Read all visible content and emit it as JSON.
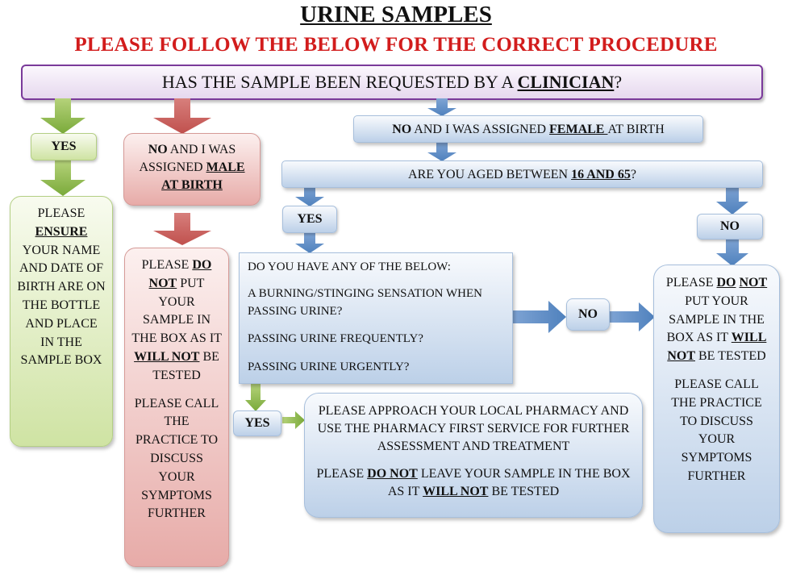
{
  "header": {
    "title": "URINE SAMPLES",
    "subtitle": "PLEASE FOLLOW THE BELOW FOR THE CORRECT PROCEDURE"
  },
  "question": {
    "prefix": "HAS THE SAMPLE BEEN REQUESTED BY A ",
    "emph": "CLINICIAN",
    "suffix": "?"
  },
  "yes_branch": {
    "label": "YES",
    "box": {
      "l1": "PLEASE",
      "l2": "ENSURE",
      "l3": "YOUR NAME AND DATE OF BIRTH ARE ON THE BOTTLE AND PLACE IN THE SAMPLE BOX"
    }
  },
  "male_branch": {
    "q_no": "NO",
    "q_text": " AND I WAS ASSIGNED ",
    "q_emph": "MALE AT BIRTH",
    "box": {
      "a1": "PLEASE ",
      "a_do": "DO",
      "a_not": "NOT",
      "a2": " PUT YOUR SAMPLE IN THE BOX AS IT ",
      "a_will": "WILL NOT",
      "a3": " BE TESTED",
      "b": "PLEASE CALL THE PRACTICE TO DISCUSS YOUR SYMPTOMS FURTHER"
    }
  },
  "female_branch": {
    "q_no": "NO",
    "q_text": " AND I WAS ASSIGNED ",
    "q_emph": "FEMALE ",
    "q_end": "AT BIRTH",
    "age_q": "ARE YOU AGED BETWEEN ",
    "age_emph": "16 AND 65",
    "age_end": "?",
    "yes_label": "YES",
    "no_label": "NO",
    "symptoms": {
      "heading": "DO YOU HAVE ANY OF THE BELOW:",
      "items": [
        "A BURNING/STINGING SENSATION WHEN PASSING URINE?",
        "PASSING URINE FREQUENTLY?",
        "PASSING URINE URGENTLY?"
      ]
    },
    "symptom_no_label": "NO",
    "symptom_yes_label": "YES",
    "pharmacy": {
      "p1": "PLEASE APPROACH YOUR LOCAL PHARMACY AND USE THE PHARMACY FIRST SERVICE FOR FURTHER ASSESSMENT AND TREATMENT",
      "p2a": "PLEASE ",
      "p2_do": "DO NOT",
      "p2b": " LEAVE YOUR SAMPLE IN THE BOX AS IT ",
      "p2_will": "WILL NOT",
      "p2c": " BE TESTED"
    },
    "out_of_age": {
      "a1": "PLEASE ",
      "a_do": "DO",
      "a_not": "NOT",
      "a2": " PUT YOUR SAMPLE IN THE BOX AS IT ",
      "a_will": "WILL NOT",
      "a3": " BE TESTED",
      "b": "PLEASE CALL THE PRACTICE TO DISCUSS YOUR SYMPTOMS FURTHER"
    }
  },
  "colors": {
    "title_red": "#d21c1c",
    "green": "#7aaa3a",
    "red": "#c0504d",
    "blue": "#4f81bd",
    "purple": "#7a3a9a"
  }
}
